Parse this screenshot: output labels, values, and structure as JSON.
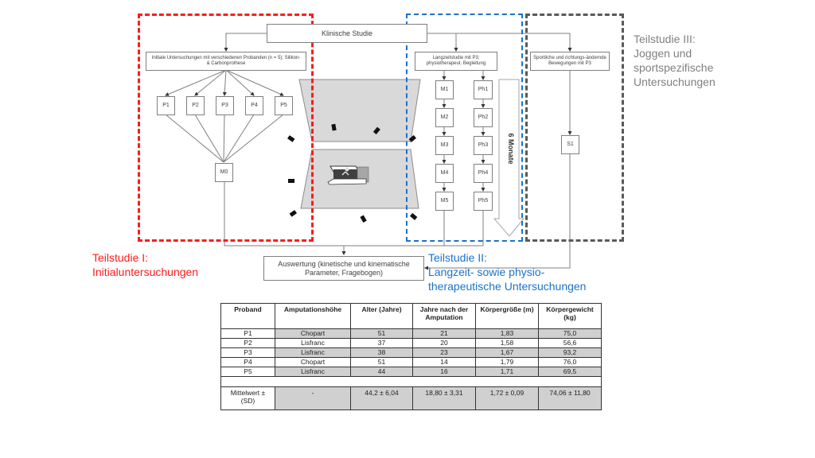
{
  "diagram": {
    "root": "Klinische Studie",
    "study1": {
      "box": "Initiale Untersuchungen mit verschiedenen Probanden (n = 5); Silikon- & Carbonprothese",
      "subjects": [
        "P1",
        "P2",
        "P3",
        "P4",
        "P5"
      ],
      "measurement": "M0",
      "label_line1": "Teilstudie I:",
      "label_line2": "Initialuntersuchungen",
      "color": "#ff1a1a"
    },
    "study2": {
      "box": "Langzeitstudie mit P3; physiotherapeut. Begleitung",
      "measurements": [
        "M1",
        "M2",
        "M3",
        "M4",
        "M5"
      ],
      "physio": [
        "Ph1",
        "Ph2",
        "Ph3",
        "Ph4",
        "Ph5"
      ],
      "duration_arrow": "6 Monate",
      "label_line1": "Teilstudie II:",
      "label_line2": "Langzeit- sowie physio-",
      "label_line3": "therapeutische Untersuchungen",
      "color": "#1b72c9"
    },
    "study3": {
      "box": "Sportliche und richtungs-ändernde Bewegungen mit P3",
      "measurement": "S1",
      "label_line1": "Teilstudie III:",
      "label_line2": "Joggen und",
      "label_line3": "sportspezifische",
      "label_line4": "Untersuchungen",
      "color": "#595959"
    },
    "evaluation": "Auswertung (kinetische und kinematische Parameter, Fragebogen)",
    "lab_setup": "motion capture lab with treadmill and cameras"
  },
  "table": {
    "headers": [
      "Proband",
      "Amputationshöhe",
      "Alter (Jahre)",
      "Jahre nach der Amputation",
      "Körpergröße (m)",
      "Körpergewicht (kg)"
    ],
    "rows": [
      [
        "P1",
        "Chopart",
        "51",
        "21",
        "1,83",
        "75,0"
      ],
      [
        "P2",
        "Lisfranc",
        "37",
        "20",
        "1,58",
        "56,6"
      ],
      [
        "P3",
        "Lisfranc",
        "38",
        "23",
        "1,67",
        "93,2"
      ],
      [
        "P4",
        "Chopart",
        "51",
        "14",
        "1,79",
        "76,0"
      ],
      [
        "P5",
        "Lisfranc",
        "44",
        "16",
        "1,71",
        "69,5"
      ]
    ],
    "summary": [
      "Mittelwert ± (SD)",
      "-",
      "44,2 ± 6,04",
      "18,80 ± 3,31",
      "1,72 ± 0,09",
      "74,06 ± 11,80"
    ]
  }
}
